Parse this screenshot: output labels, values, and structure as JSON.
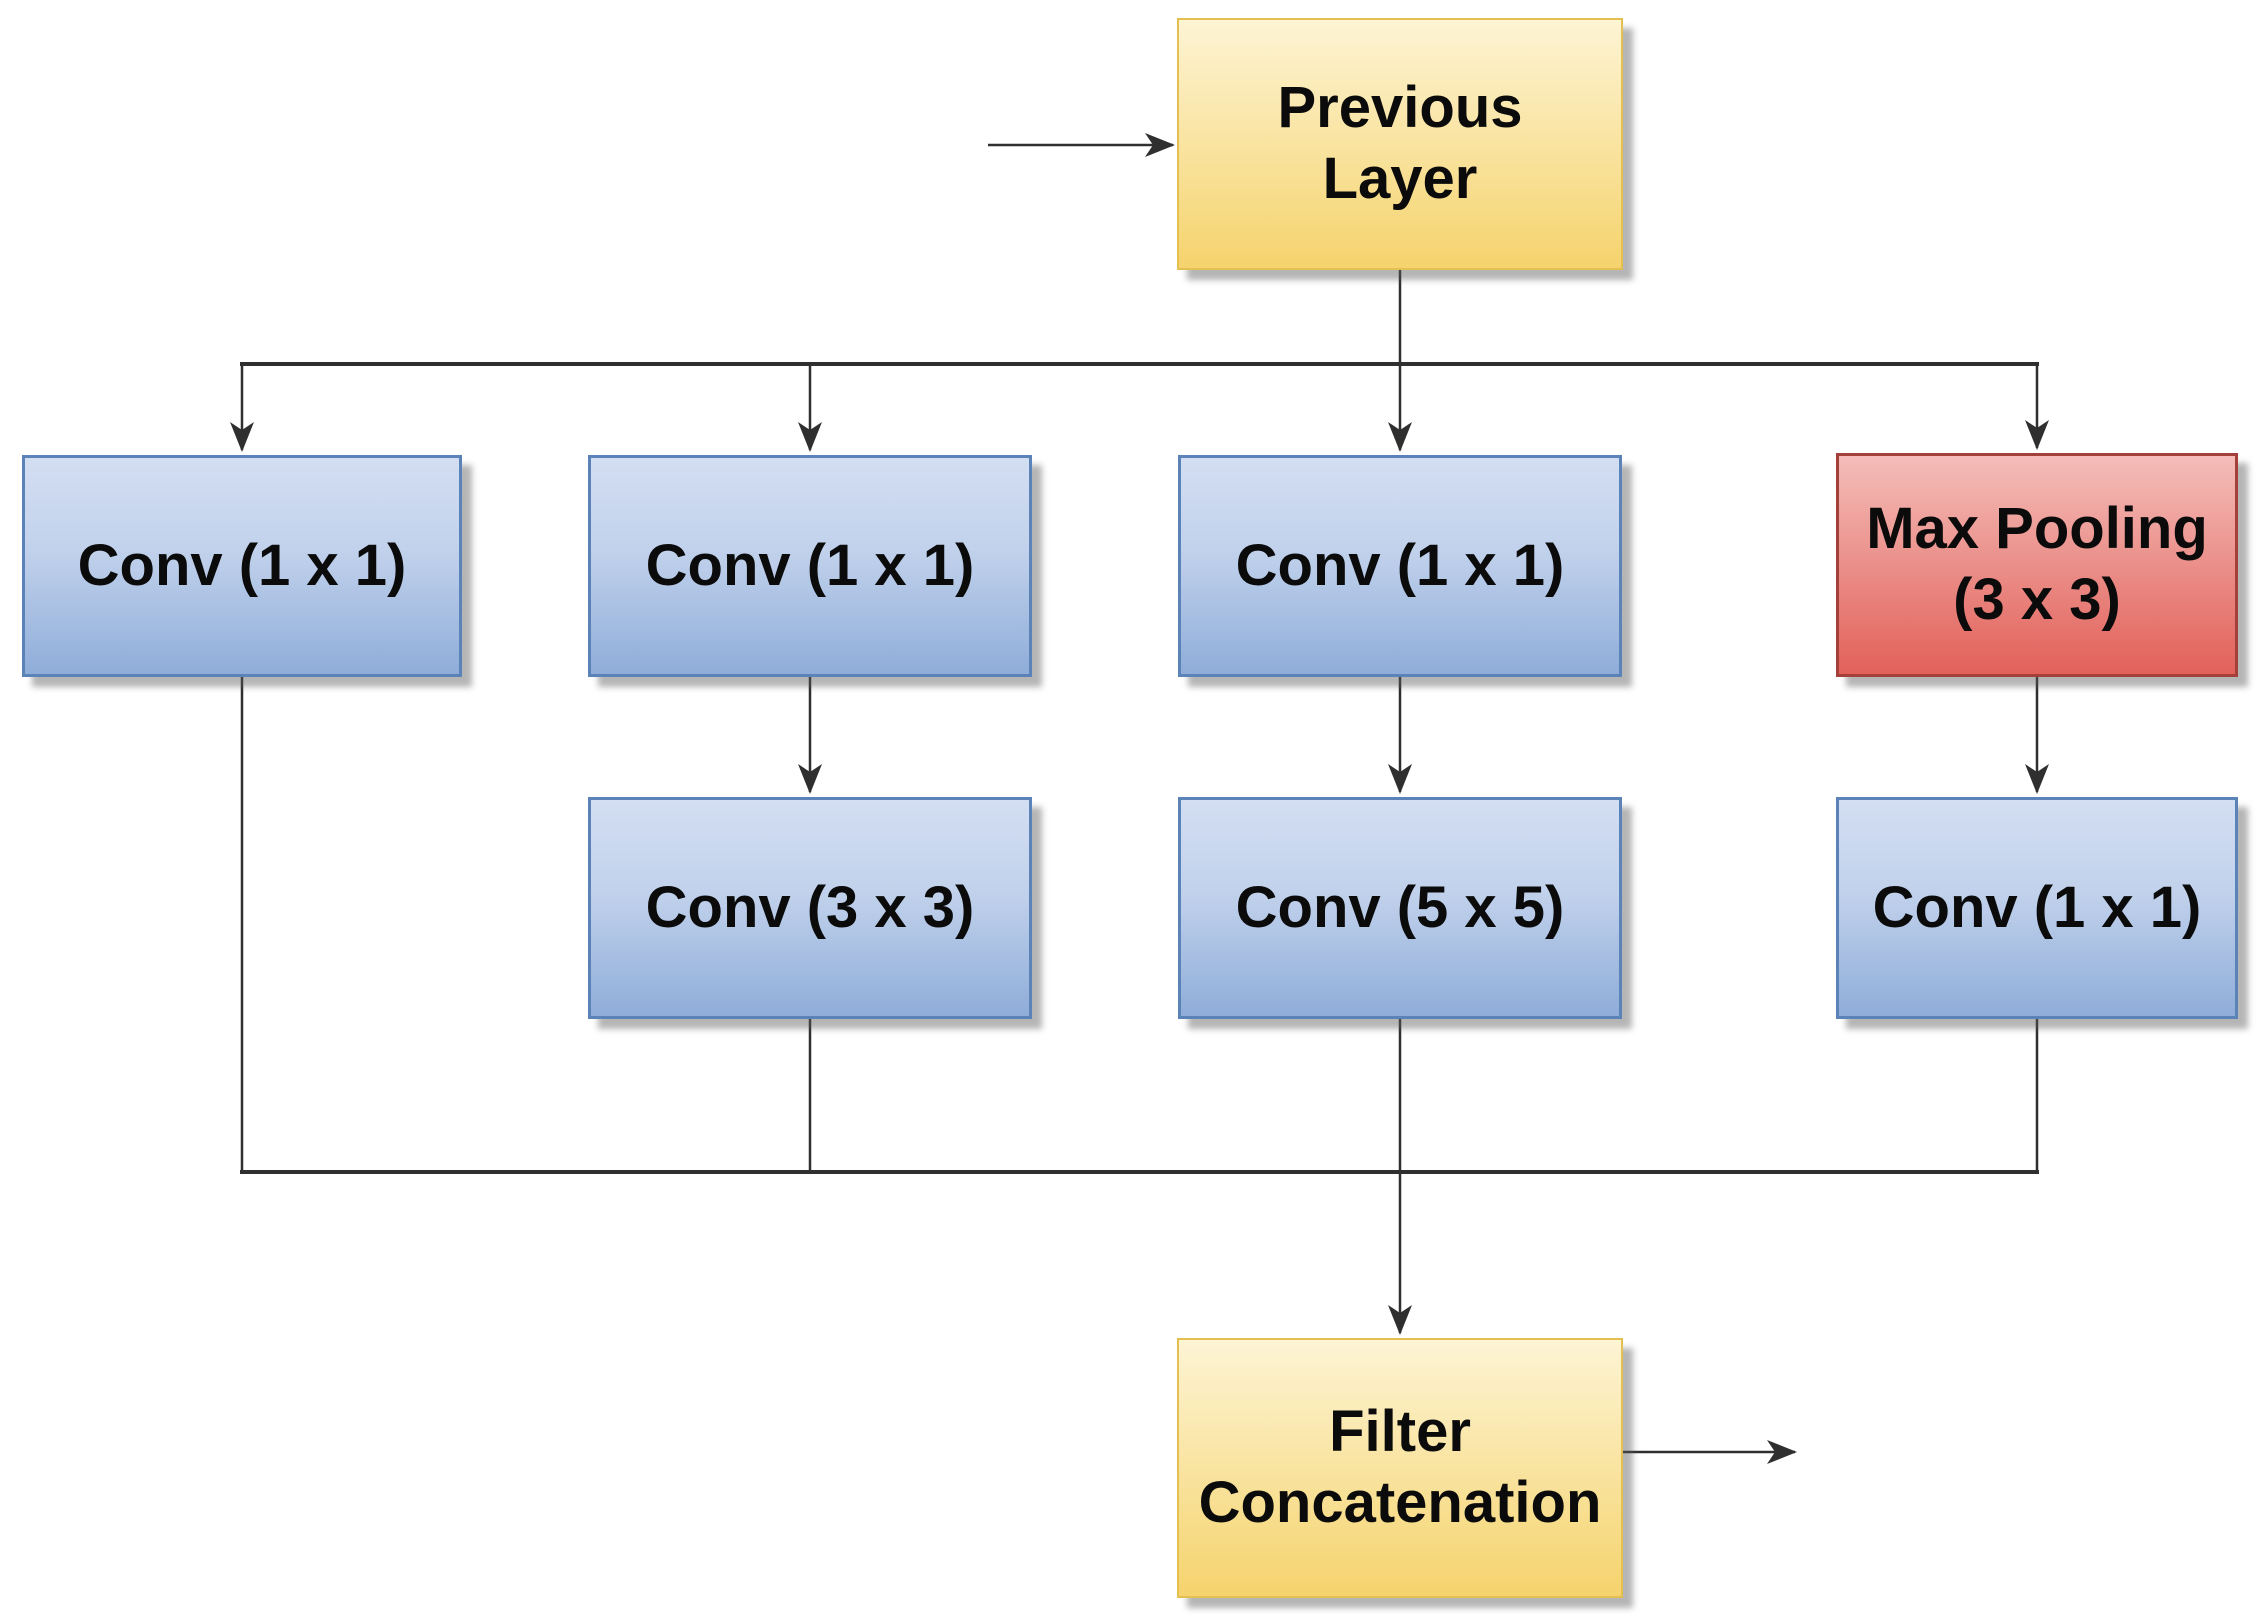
{
  "diagram": {
    "nodes": {
      "previous_layer": {
        "label": "Previous\nLayer",
        "type": "io"
      },
      "conv_branch1": {
        "label": "Conv (1 x 1)",
        "type": "conv"
      },
      "conv_branch2_reduce": {
        "label": "Conv (1 x 1)",
        "type": "conv"
      },
      "conv_branch3_reduce": {
        "label": "Conv (1 x 1)",
        "type": "conv"
      },
      "max_pooling": {
        "label": "Max Pooling\n(3 x 3)",
        "type": "pool"
      },
      "conv_branch2": {
        "label": "Conv (3 x 3)",
        "type": "conv"
      },
      "conv_branch3": {
        "label": "Conv (5 x 5)",
        "type": "conv"
      },
      "conv_branch4": {
        "label": "Conv (1 x 1)",
        "type": "conv"
      },
      "filter_concatenation": {
        "label": "Filter\nConcatenation",
        "type": "io"
      }
    },
    "edges": [
      {
        "from": "input",
        "to": "previous_layer",
        "arrow": true
      },
      {
        "from": "previous_layer",
        "to": "conv_branch1",
        "arrow": true
      },
      {
        "from": "previous_layer",
        "to": "conv_branch2_reduce",
        "arrow": true
      },
      {
        "from": "previous_layer",
        "to": "conv_branch3_reduce",
        "arrow": true
      },
      {
        "from": "previous_layer",
        "to": "max_pooling",
        "arrow": true
      },
      {
        "from": "conv_branch2_reduce",
        "to": "conv_branch2",
        "arrow": true
      },
      {
        "from": "conv_branch3_reduce",
        "to": "conv_branch3",
        "arrow": true
      },
      {
        "from": "max_pooling",
        "to": "conv_branch4",
        "arrow": true
      },
      {
        "from": "conv_branch1",
        "to": "filter_concatenation",
        "arrow": true
      },
      {
        "from": "conv_branch2",
        "to": "filter_concatenation",
        "arrow": true
      },
      {
        "from": "conv_branch3",
        "to": "filter_concatenation",
        "arrow": true
      },
      {
        "from": "conv_branch4",
        "to": "filter_concatenation",
        "arrow": true
      },
      {
        "from": "filter_concatenation",
        "to": "output",
        "arrow": true
      }
    ],
    "colors": {
      "conv-top": "#d3def2",
      "conv-mid": "#c2d2ec",
      "conv-bottom": "#8fadd9",
      "conv-border": "#5b83b8",
      "pool-top": "#f4bdb9",
      "pool-bottom": "#e2615a",
      "pool-border": "#a4403a",
      "io-top": "#fdf4d4",
      "io-mid": "#fae9ad",
      "io-bottom": "#f5d36d",
      "io-border": "#e3c04f",
      "line-color": "#2f2f2f"
    }
  }
}
